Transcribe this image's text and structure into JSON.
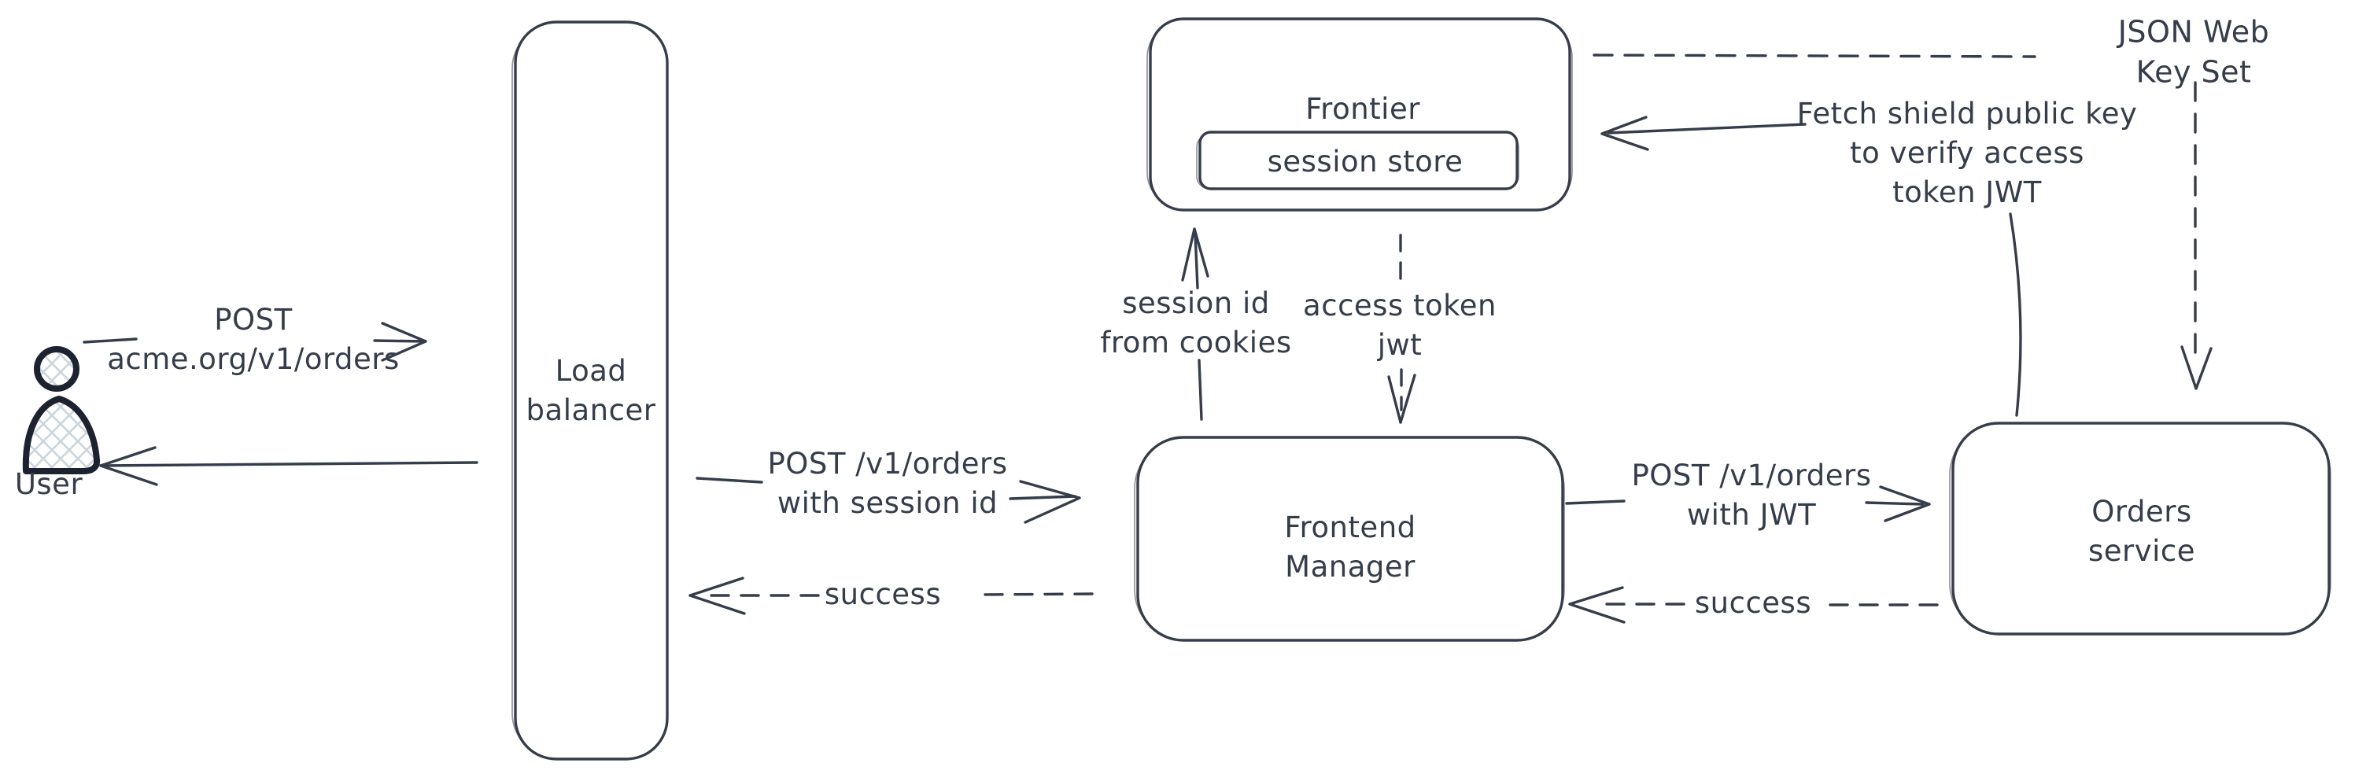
{
  "diagram": {
    "ink_color": "#363d4a",
    "user_icon_stroke": "#1d2230",
    "hatch_color": "#ccd5dd",
    "nodes": {
      "user": {
        "label": "User"
      },
      "load_balancer": {
        "label": "Load\nbalancer"
      },
      "frontier": {
        "label": "Frontier",
        "session_store_label": "session store"
      },
      "frontend_manager": {
        "label": "Frontend\nManager"
      },
      "orders_service": {
        "label": "Orders service"
      }
    },
    "edges": {
      "user_to_load_balancer": {
        "label": "POST\nacme.org/v1/orders",
        "style": "solid"
      },
      "load_balancer_to_user": {
        "label": "",
        "style": "solid"
      },
      "load_balancer_to_frontend_manager": {
        "label": "POST /v1/orders\nwith session id",
        "style": "solid"
      },
      "frontend_manager_to_load_balancer": {
        "label": "success",
        "style": "dashed"
      },
      "frontend_manager_to_frontier": {
        "label": "session id\nfrom cookies",
        "style": "solid"
      },
      "frontier_to_frontend_manager": {
        "label": "access token\njwt",
        "style": "dashed"
      },
      "frontend_manager_to_orders_service": {
        "label": "POST /v1/orders\nwith JWT",
        "style": "solid"
      },
      "orders_service_to_frontend_manager": {
        "label": "success",
        "style": "dashed"
      },
      "orders_service_to_frontier": {
        "label": "Fetch shield public key\nto verify access\ntoken JWT",
        "style": "solid"
      },
      "frontier_to_jwks": {
        "label": "JSON Web Key Set",
        "style": "dashed"
      }
    }
  }
}
